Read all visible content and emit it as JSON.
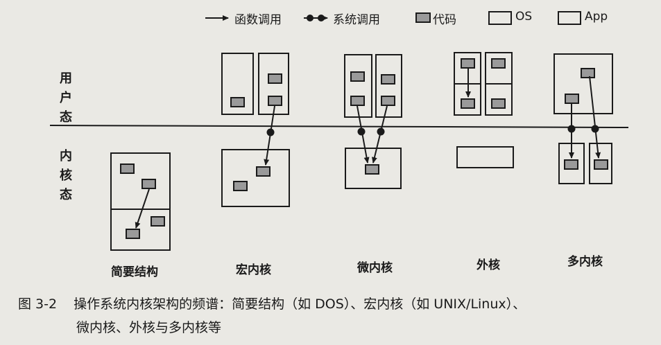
{
  "legend": {
    "function_call": "函数调用",
    "system_call": "系统调用",
    "code": "代码",
    "os": "OS",
    "app": "App"
  },
  "side_labels": {
    "user_mode": [
      "用",
      "户",
      "态"
    ],
    "kernel_mode": [
      "内",
      "核",
      "态"
    ]
  },
  "architectures": {
    "simple": "简要结构",
    "monolithic": "宏内核",
    "microkernel": "微内核",
    "exokernel": "外核",
    "multikernel": "多内核"
  },
  "caption": {
    "number": "图 3-2",
    "line1": "操作系统内核架构的频谱：简要结构（如 DOS）、宏内核（如 UNIX/Linux）、",
    "line2": "微内核、外核与多内核等"
  }
}
